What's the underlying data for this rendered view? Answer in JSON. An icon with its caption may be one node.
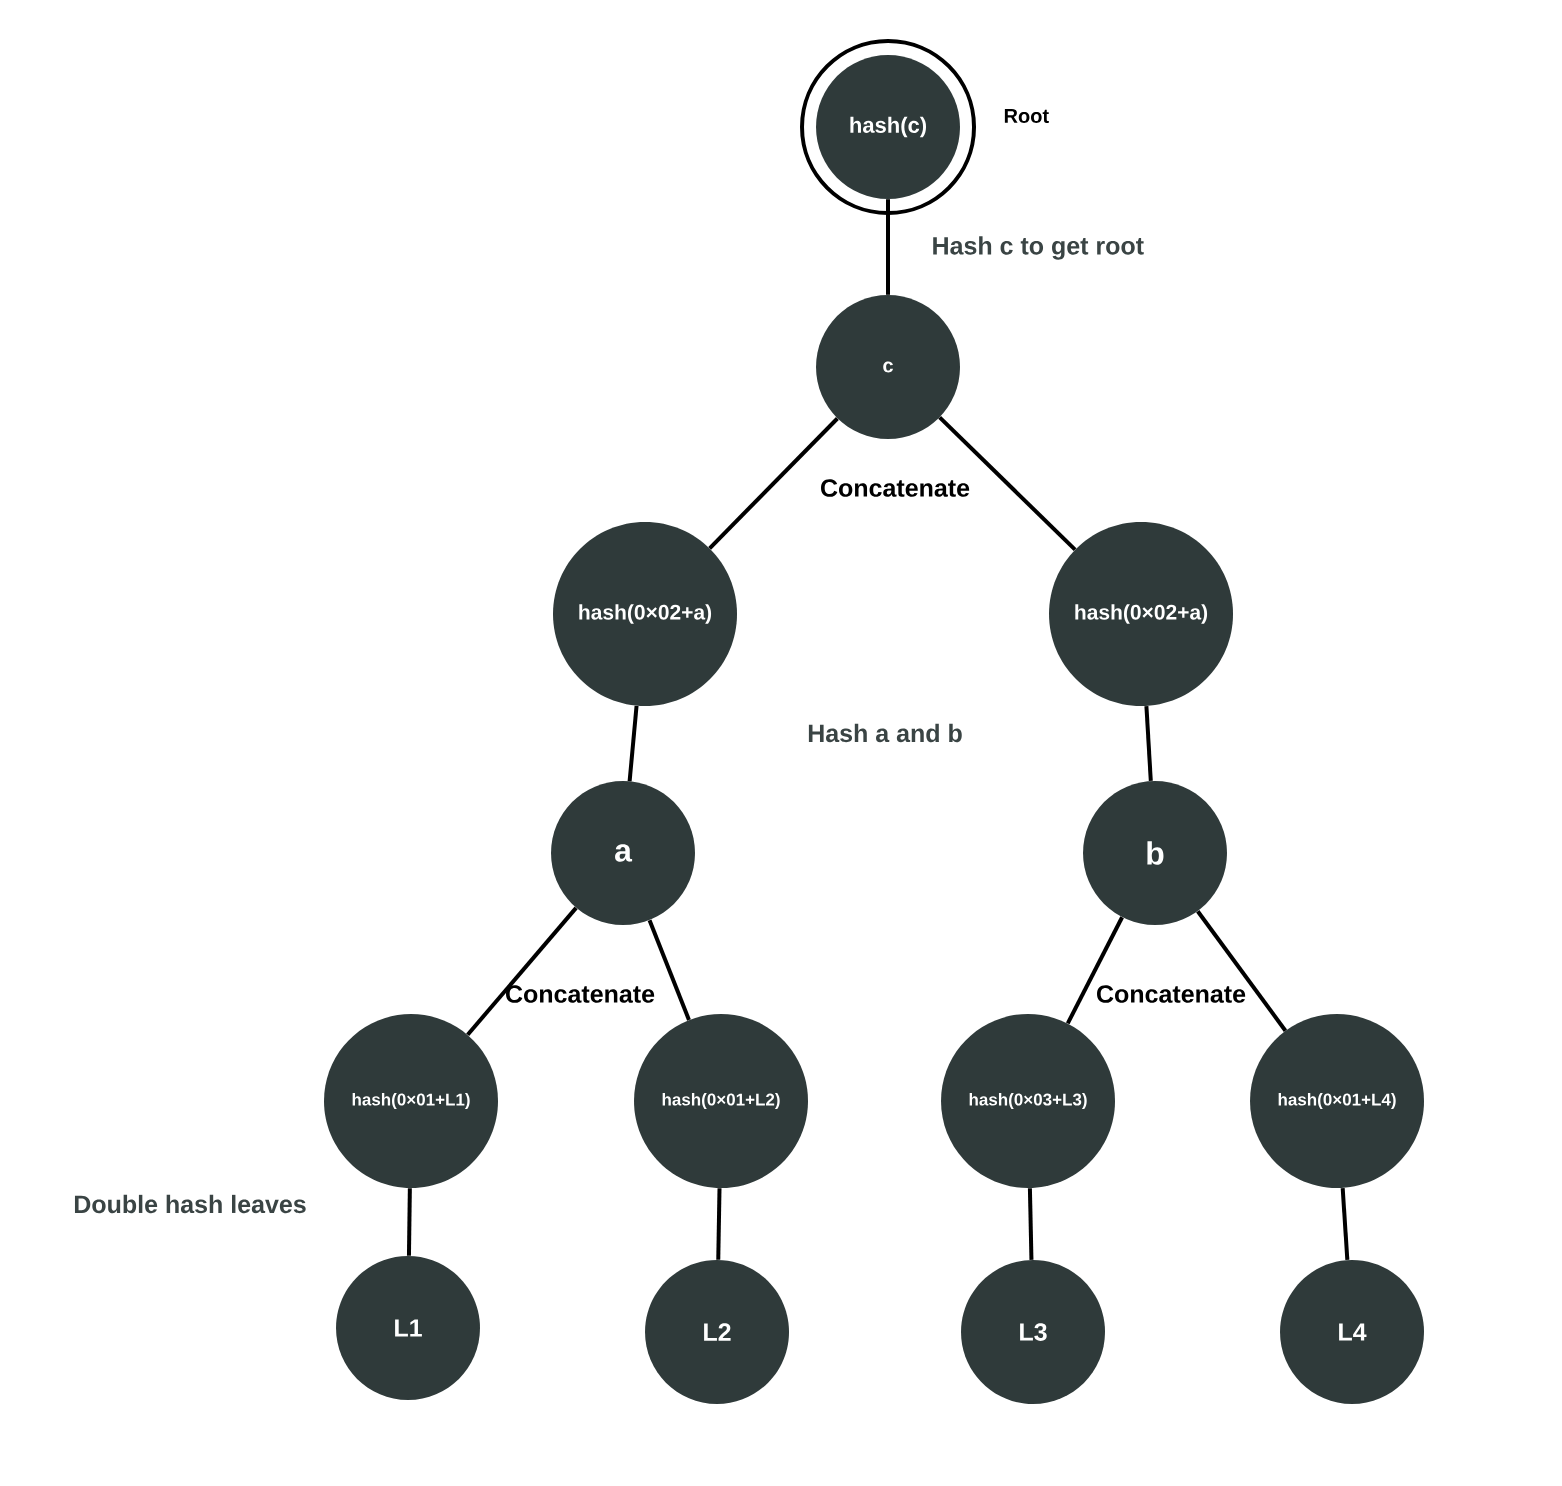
{
  "diagram": {
    "nodes": [
      {
        "text": [
          "hash(c)"
        ],
        "beside": [
          "Root"
        ]
      },
      {
        "text": [
          "c"
        ]
      },
      {
        "text": [
          "hash(0×02+a)"
        ]
      },
      {
        "text": [
          "hash(0×02+a)"
        ]
      },
      {
        "text": [
          "a"
        ]
      },
      {
        "text": [
          "b"
        ]
      },
      {
        "text": [
          "hash(0×01+L1)"
        ]
      },
      {
        "text": [
          "hash(0×01+L2)"
        ]
      },
      {
        "text": [
          "hash(0×03+L3)"
        ]
      },
      {
        "text": [
          "hash(0×01+L4)"
        ]
      },
      {
        "text": [
          "L1"
        ]
      },
      {
        "text": [
          "L2"
        ]
      },
      {
        "text": [
          "L3"
        ]
      },
      {
        "text": [
          "L4"
        ]
      }
    ],
    "edges": [
      {
        "from": 0,
        "to": 1,
        "arrow": "none"
      },
      {
        "from": 1,
        "to": 2,
        "arrow": "none"
      },
      {
        "from": 1,
        "to": 3,
        "arrow": "none"
      },
      {
        "from": 2,
        "to": 4,
        "arrow": "none"
      },
      {
        "from": 3,
        "to": 5,
        "arrow": "none"
      },
      {
        "from": 4,
        "to": 6,
        "arrow": "none"
      },
      {
        "from": 4,
        "to": 7,
        "arrow": "none"
      },
      {
        "from": 5,
        "to": 8,
        "arrow": "none"
      },
      {
        "from": 5,
        "to": 9,
        "arrow": "none"
      },
      {
        "from": 6,
        "to": 10,
        "arrow": "none"
      },
      {
        "from": 7,
        "to": 11,
        "arrow": "none"
      },
      {
        "from": 8,
        "to": 12,
        "arrow": "none"
      },
      {
        "from": 9,
        "to": 13,
        "arrow": "none"
      }
    ],
    "labels": [
      "Hash c to get root",
      "Concatenate",
      "Hash a and b",
      "Concatenate",
      "Concatenate",
      "Double hash leaves"
    ]
  }
}
